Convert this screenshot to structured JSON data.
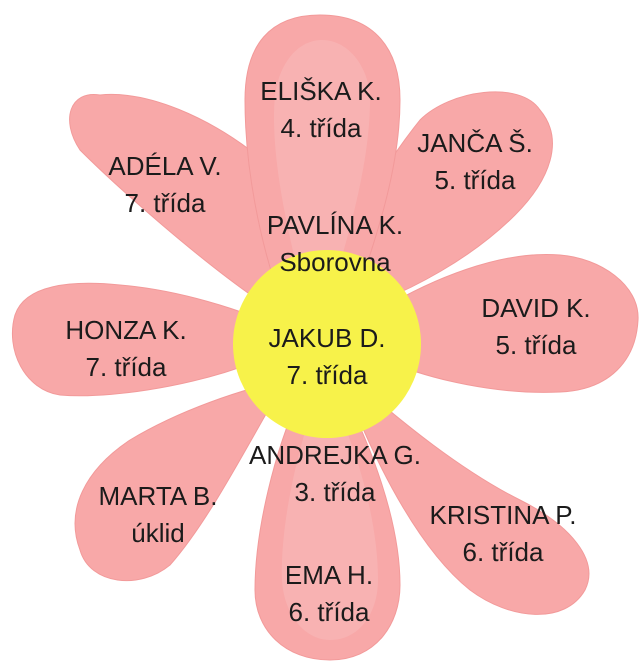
{
  "colors": {
    "petal": "#f8a8a8",
    "petal_stroke": "#f29a9a",
    "center": "#f7f24a",
    "text": "#1b1b1b"
  },
  "center": {
    "name": "JAKUB D.",
    "class": "7. třída"
  },
  "petals": [
    {
      "id": "top",
      "name": "ELIŠKA K.",
      "class": "4. třída"
    },
    {
      "id": "top-right",
      "name": "JANČA Š.",
      "class": "5. třída"
    },
    {
      "id": "right",
      "name": "DAVID K.",
      "class": "5. třída"
    },
    {
      "id": "bottom-right",
      "name": "KRISTINA P.",
      "class": "6. třída"
    },
    {
      "id": "bottom",
      "name": "EMA H.",
      "class": "6. třída"
    },
    {
      "id": "bottom-left",
      "name": "MARTA B.",
      "class": "úklid"
    },
    {
      "id": "left",
      "name": "HONZA K.",
      "class": "7. třída"
    },
    {
      "id": "top-left",
      "name": "ADÉLA V.",
      "class": "7. třída"
    }
  ],
  "inner_top": {
    "name": "PAVLÍNA K.",
    "class": "Sborovna"
  },
  "inner_bottom": {
    "name": "ANDREJKA G.",
    "class": "3. třída"
  }
}
